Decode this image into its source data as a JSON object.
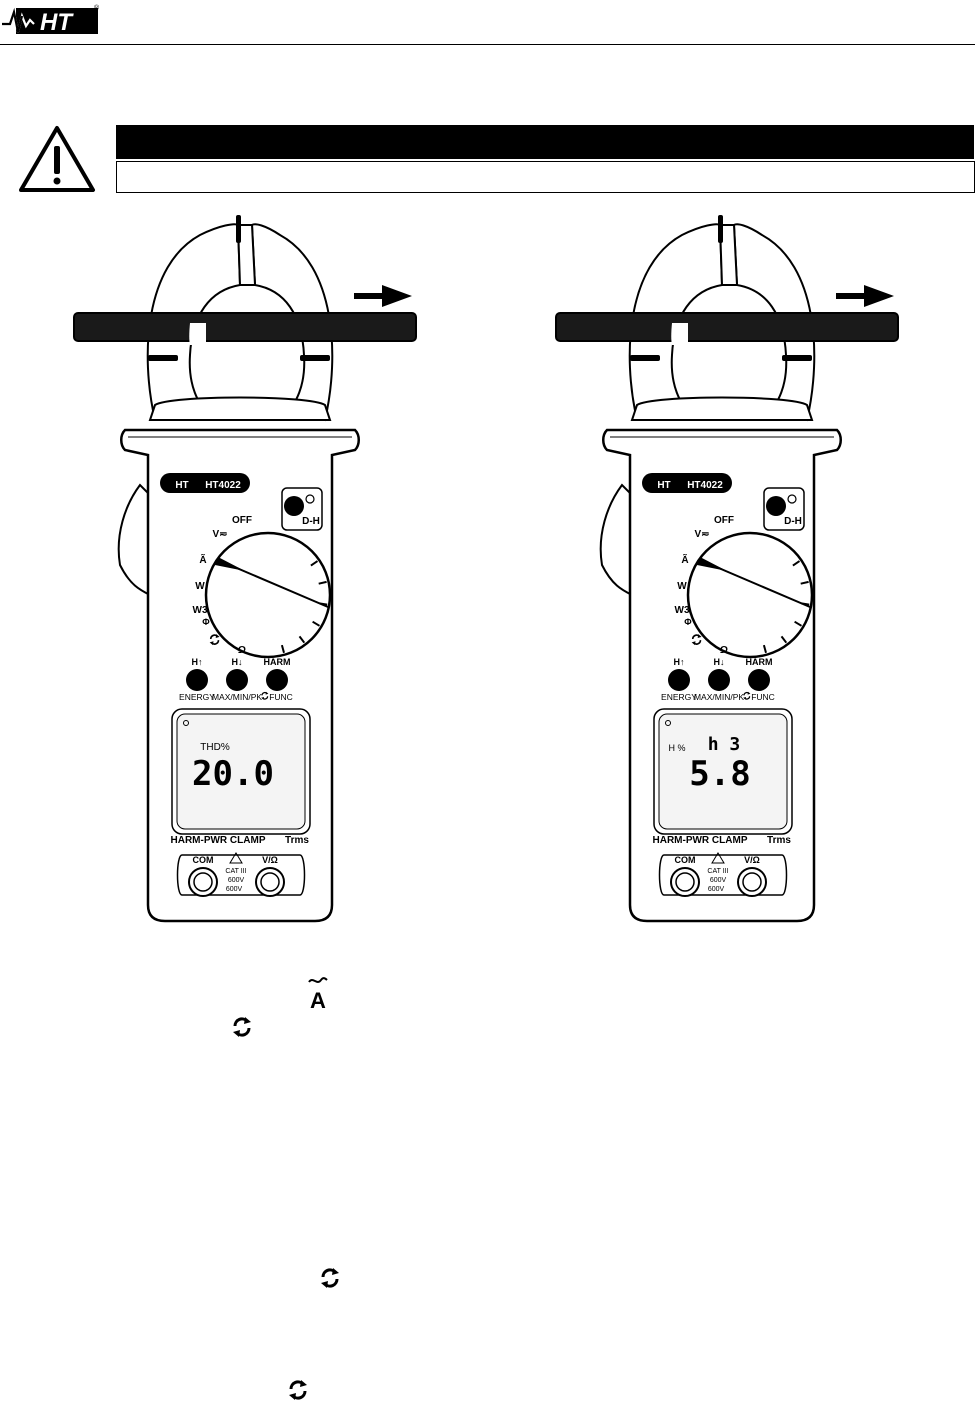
{
  "header": {
    "logo_text": "HT",
    "logo_mark": "®"
  },
  "warning": {
    "icon": "warning-triangle-icon",
    "title": "",
    "body": ""
  },
  "meters": [
    {
      "brand": "HT",
      "model": "HT4022",
      "dial": {
        "off": "OFF",
        "v": "V≂",
        "a": "Ã",
        "w": "W",
        "w3": "W3",
        "phi": "Φ",
        "ohm": "Ω"
      },
      "light_button_label": "D-H",
      "buttons": [
        {
          "top": "H↑",
          "bottom": "ENERGY"
        },
        {
          "top": "H↓",
          "bottom": "MAX/MIN/PK"
        },
        {
          "top": "HARM",
          "bottom": "FUNC"
        }
      ],
      "lcd": {
        "label": "THD%",
        "value": "20.0",
        "harmonic": ""
      },
      "footer_left": "HARM-PWR CLAMP",
      "footer_right": "Trms",
      "terminal_com": "COM",
      "terminal_v": "V/Ω",
      "cat": "CAT III",
      "cat_v1": "600V",
      "cat_v2": "600V"
    },
    {
      "brand": "HT",
      "model": "HT4022",
      "dial": {
        "off": "OFF",
        "v": "V≂",
        "a": "Ã",
        "w": "W",
        "w3": "W3",
        "phi": "Φ",
        "ohm": "Ω"
      },
      "light_button_label": "D-H",
      "buttons": [
        {
          "top": "H↑",
          "bottom": "ENERGY"
        },
        {
          "top": "H↓",
          "bottom": "MAX/MIN/PK"
        },
        {
          "top": "HARM",
          "bottom": "FUNC"
        }
      ],
      "lcd": {
        "label": "H %",
        "value": "5.8",
        "harmonic": "h 3"
      },
      "footer_left": "HARM-PWR CLAMP",
      "footer_right": "Trms",
      "terminal_com": "COM",
      "terminal_v": "V/Ω",
      "cat": "CAT III",
      "cat_v1": "600V",
      "cat_v2": "600V"
    }
  ],
  "inline_symbols": {
    "a_symbol": "A",
    "func_icon": "cycle-arrows-icon"
  }
}
